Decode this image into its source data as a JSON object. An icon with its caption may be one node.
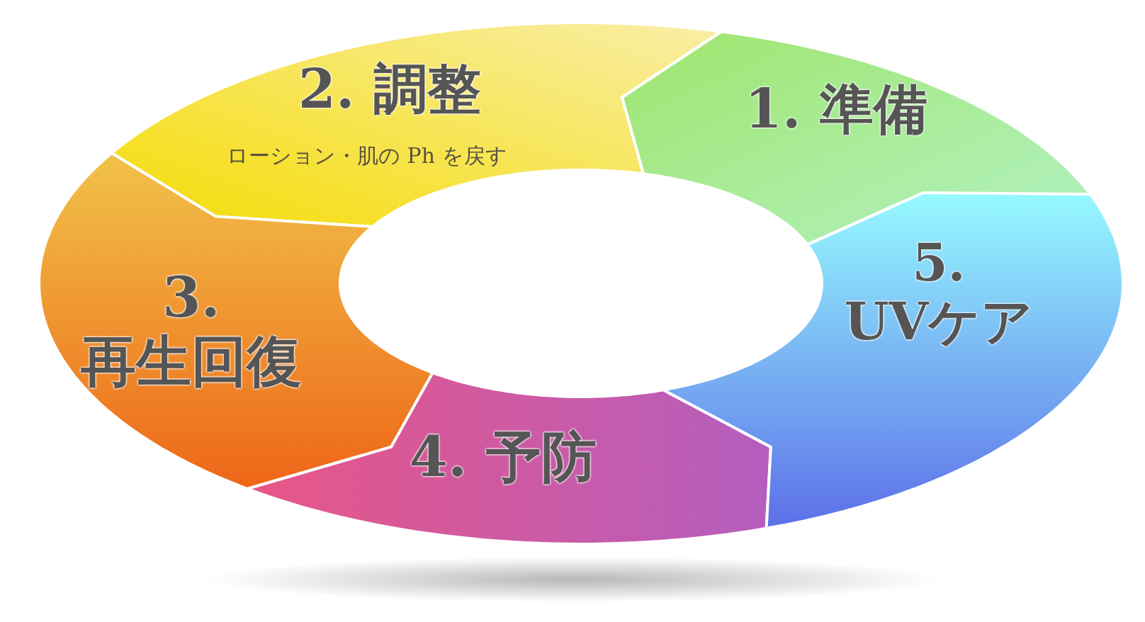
{
  "diagram": {
    "nodes": [
      {
        "text": [
          "1. 準備"
        ]
      },
      {
        "text": [
          "2. 調整",
          "ローション・肌の Ph を戻す"
        ]
      },
      {
        "text": [
          "3. 再生回復"
        ]
      },
      {
        "text": [
          "4. 予防"
        ]
      },
      {
        "text": [
          "5. UVケア"
        ]
      }
    ]
  }
}
